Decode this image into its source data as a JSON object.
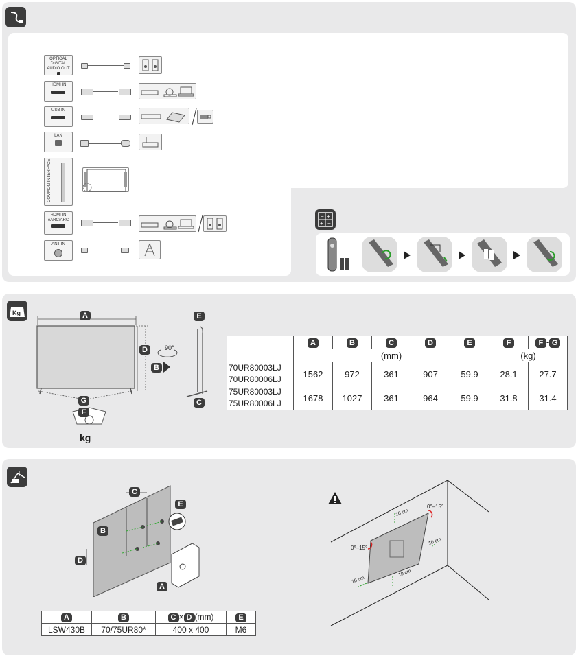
{
  "connections": {
    "ports": [
      {
        "label": "OPTICAL DIGITAL AUDIO OUT"
      },
      {
        "label": "HDMI IN"
      },
      {
        "label": "USB IN"
      },
      {
        "label": "LAN"
      },
      {
        "label": "COMMON INTERFACE"
      },
      {
        "label": "HDMI IN eARC/ARC"
      },
      {
        "label": "ANT IN"
      }
    ]
  },
  "dimensions": {
    "diagram_labels": {
      "a": "A",
      "b": "B",
      "d": "D",
      "e": "E",
      "g": "G",
      "f": "F",
      "rotate": "90°",
      "kg": "kg"
    },
    "table": {
      "headers": [
        "A",
        "B",
        "C",
        "D",
        "E",
        "F",
        "F",
        "G"
      ],
      "unit_mm": "(mm)",
      "unit_kg": "(kg)",
      "dash": "-",
      "rows": [
        {
          "model1": "70UR80003LJ",
          "model2": "70UR80006LJ",
          "values": [
            "1562",
            "972",
            "361",
            "907",
            "59.9",
            "28.1",
            "27.7"
          ]
        },
        {
          "model1": "75UR80003LJ",
          "model2": "75UR80006LJ",
          "values": [
            "1678",
            "1027",
            "361",
            "964",
            "59.9",
            "31.8",
            "31.4"
          ]
        }
      ]
    }
  },
  "wall": {
    "diagram_labels": {
      "c": "C",
      "b": "B",
      "e": "E",
      "d": "D",
      "a": "A"
    },
    "table": {
      "h_a": "A",
      "h_b": "B",
      "h_c": "C",
      "times": "×",
      "h_d": "D",
      "unit": "(mm)",
      "h_e": "E",
      "values": [
        "LSW430B",
        "70/75UR80*",
        "400 x 400",
        "M6"
      ]
    },
    "right_labels": {
      "tilt1": "0°–15°",
      "tilt2": "0°–15°",
      "d_top": "10 cm",
      "d_right": "10 cm",
      "d_bottom": "10 cm",
      "d_left": "10 cm"
    }
  }
}
